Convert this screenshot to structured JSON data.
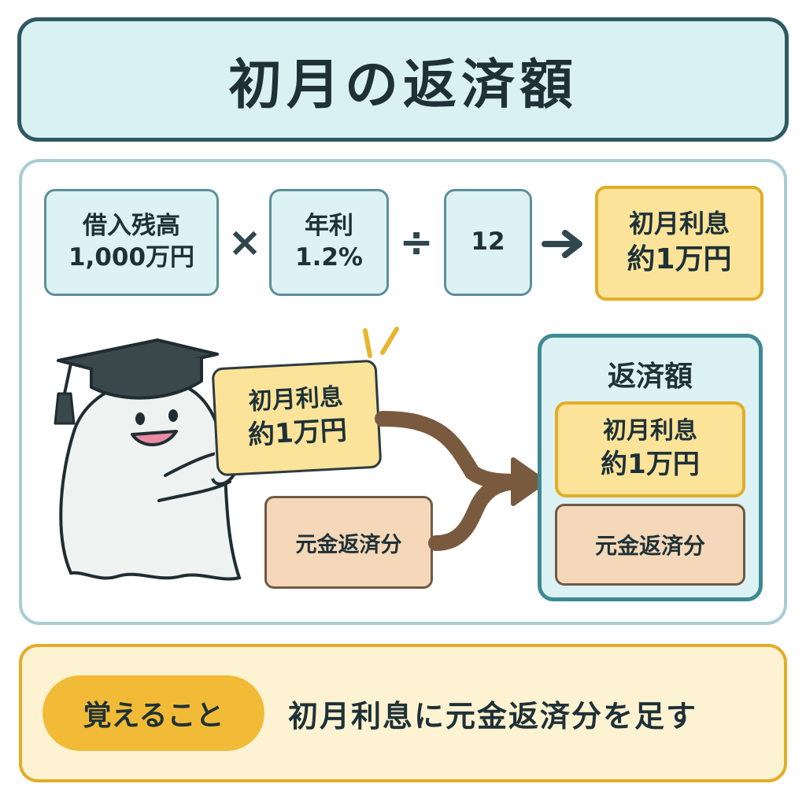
{
  "title": "初月の返済額",
  "formula": {
    "balance": {
      "label": "借入残高",
      "value": "1,000万円"
    },
    "multiply": "×",
    "rate": {
      "label": "年利",
      "value": "1.2%"
    },
    "divide": "÷",
    "months": "12",
    "result": {
      "label": "初月利息",
      "value": "約1万円"
    }
  },
  "held_card": {
    "label": "初月利息",
    "value": "約1万円"
  },
  "principal_card": "元金返済分",
  "repayment": {
    "title": "返済額",
    "interest": {
      "label": "初月利息",
      "value": "約1万円"
    },
    "principal": "元金返済分"
  },
  "memo": {
    "badge": "覚えること",
    "text": "初月利息に元金返済分を足す"
  },
  "colors": {
    "accent_teal": "#3f8a92",
    "interest_yellow": "#fbe39a",
    "principal_tan": "#f4d8b9",
    "flow_arrow": "#7a5a3e"
  },
  "icons": [
    "multiply-icon",
    "divide-icon",
    "arrow-right-icon",
    "ghost-graduate-icon",
    "flow-arrow-icon",
    "sparkle-icon"
  ]
}
